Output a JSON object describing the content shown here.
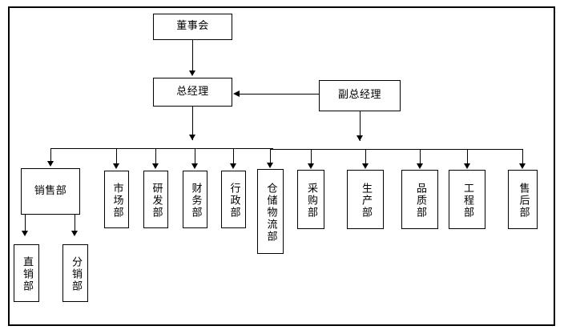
{
  "chart_data": {
    "type": "diagram",
    "diagram_kind": "organization-chart",
    "title": "",
    "orientation": "top-down",
    "nodes": [
      {
        "id": "board",
        "label": "董事会",
        "level": 0,
        "text_orientation": "horizontal"
      },
      {
        "id": "gm",
        "label": "总经理",
        "level": 1,
        "text_orientation": "horizontal"
      },
      {
        "id": "dgm",
        "label": "副总经理",
        "level": 1,
        "text_orientation": "horizontal"
      },
      {
        "id": "sales",
        "label": "销售部",
        "level": 2,
        "text_orientation": "horizontal",
        "parent": "gm"
      },
      {
        "id": "market",
        "label": "市场部",
        "level": 2,
        "text_orientation": "vertical",
        "parent": "gm"
      },
      {
        "id": "rd",
        "label": "研发部",
        "level": 2,
        "text_orientation": "vertical",
        "parent": "gm"
      },
      {
        "id": "finance",
        "label": "财务部",
        "level": 2,
        "text_orientation": "vertical",
        "parent": "gm"
      },
      {
        "id": "admin",
        "label": "行政部",
        "level": 2,
        "text_orientation": "vertical",
        "parent": "gm"
      },
      {
        "id": "logi",
        "label": "仓储物流部",
        "level": 2,
        "text_orientation": "vertical",
        "parent": "dgm"
      },
      {
        "id": "purch",
        "label": "采购部",
        "level": 2,
        "text_orientation": "vertical",
        "parent": "dgm"
      },
      {
        "id": "prod",
        "label": "生产部",
        "level": 2,
        "text_orientation": "vertical",
        "parent": "dgm"
      },
      {
        "id": "qa",
        "label": "品质部",
        "level": 2,
        "text_orientation": "vertical",
        "parent": "dgm"
      },
      {
        "id": "eng",
        "label": "工程部",
        "level": 2,
        "text_orientation": "vertical",
        "parent": "dgm"
      },
      {
        "id": "service",
        "label": "售后部",
        "level": 2,
        "text_orientation": "vertical",
        "parent": "dgm"
      },
      {
        "id": "direct",
        "label": "直销部",
        "level": 3,
        "text_orientation": "vertical",
        "parent": "sales"
      },
      {
        "id": "distrib",
        "label": "分销部",
        "level": 3,
        "text_orientation": "vertical",
        "parent": "sales"
      }
    ],
    "edges": [
      {
        "from": "board",
        "to": "gm",
        "style": "arrow-down"
      },
      {
        "from": "dgm",
        "to": "gm",
        "style": "arrow-left"
      },
      {
        "from": "gm",
        "to": "sales",
        "style": "arrow-down"
      },
      {
        "from": "gm",
        "to": "market",
        "style": "arrow-down"
      },
      {
        "from": "gm",
        "to": "rd",
        "style": "arrow-down"
      },
      {
        "from": "gm",
        "to": "finance",
        "style": "arrow-down"
      },
      {
        "from": "gm",
        "to": "admin",
        "style": "arrow-down"
      },
      {
        "from": "dgm",
        "to": "logi",
        "style": "arrow-down"
      },
      {
        "from": "dgm",
        "to": "purch",
        "style": "arrow-down"
      },
      {
        "from": "dgm",
        "to": "prod",
        "style": "arrow-down"
      },
      {
        "from": "dgm",
        "to": "qa",
        "style": "arrow-down"
      },
      {
        "from": "dgm",
        "to": "eng",
        "style": "arrow-down"
      },
      {
        "from": "dgm",
        "to": "service",
        "style": "arrow-down"
      },
      {
        "from": "sales",
        "to": "direct",
        "style": "arrow-down"
      },
      {
        "from": "sales",
        "to": "distrib",
        "style": "arrow-down"
      }
    ],
    "colors": {
      "line": "#000000",
      "box_fill": "#ffffff",
      "box_border": "#000000",
      "text": "#000000"
    }
  },
  "chart": {
    "board": "董事会",
    "gm": "总经理",
    "dgm": "副总经理",
    "sales": "销售部",
    "market": "市场部",
    "rd": "研发部",
    "finance": "财务部",
    "admin": "行政部",
    "logi": "仓储物流部",
    "purch": "采购部",
    "prod": "生产部",
    "qa": "品质部",
    "eng": "工程部",
    "service": "售后部",
    "direct": "直销部",
    "distrib": "分销部"
  }
}
